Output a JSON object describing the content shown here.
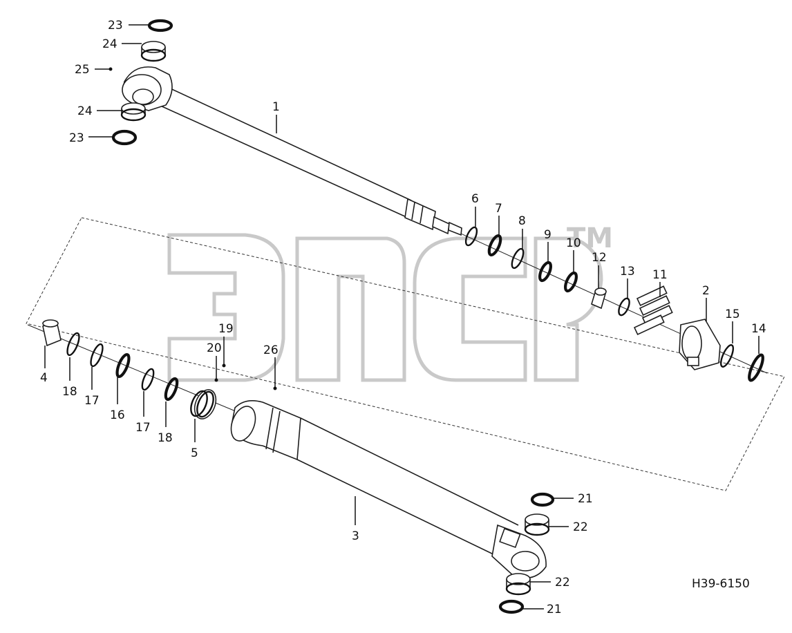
{
  "drawing": {
    "code": "H39-6150",
    "watermark": {
      "letters": "ЭПСР",
      "mark": "TM"
    }
  },
  "callouts": {
    "c1": "1",
    "c2": "2",
    "c3": "3",
    "c4": "4",
    "c5": "5",
    "c6": "6",
    "c7": "7",
    "c8": "8",
    "c9": "9",
    "c10": "10",
    "c11": "11",
    "c12": "12",
    "c13": "13",
    "c14": "14",
    "c15": "15",
    "c16": "16",
    "c17a": "17",
    "c17b": "17",
    "c18a": "18",
    "c18b": "18",
    "c19": "19",
    "c20": "20",
    "c21a": "21",
    "c21b": "21",
    "c22a": "22",
    "c22b": "22",
    "c23a": "23",
    "c23b": "23",
    "c24a": "24",
    "c24b": "24",
    "c25": "25",
    "c26": "26"
  }
}
